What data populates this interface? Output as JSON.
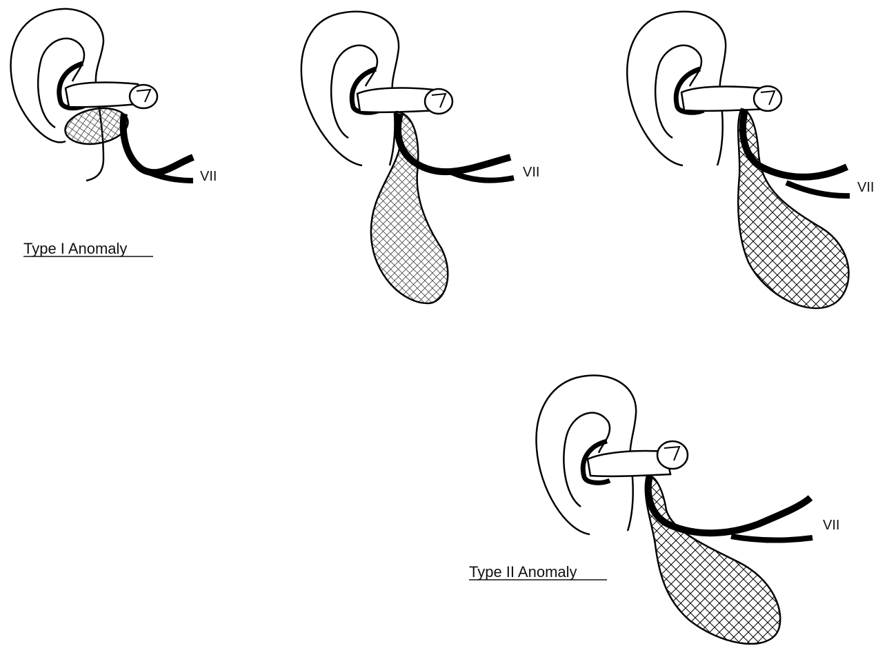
{
  "figure": {
    "panels": [
      {
        "id": "type1",
        "nerve_label": "VII",
        "caption": "Type I Anomaly"
      },
      {
        "id": "type2a",
        "nerve_label": "VII"
      },
      {
        "id": "type2b",
        "nerve_label": "VII"
      },
      {
        "id": "type2c",
        "nerve_label": "VII",
        "caption": "Type II Anomaly"
      }
    ]
  }
}
